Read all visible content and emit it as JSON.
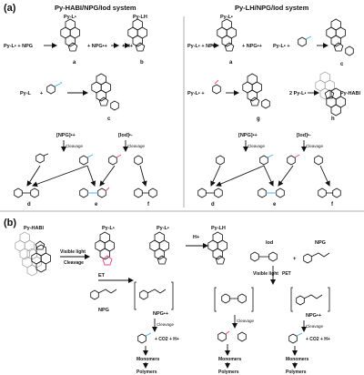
{
  "colors": {
    "blue": "#3fa9e6",
    "pink": "#e8447a",
    "ink": "#111111",
    "gray": "#9a9a9a"
  },
  "panel_a": {
    "panel_label": "(a)",
    "left_title": "Py-HABI/NPG/Iod system",
    "right_title": "Py-LH/NPG/Iod system",
    "L_pyL_top": "Py-L•",
    "L_pyLH_top": "Py-LH",
    "L_eq1_left": "Py-L• + NPG",
    "L_eq1_mid": "+ NPG•+",
    "L_eq1_right": "+ H+",
    "L_label_a": "a",
    "L_label_b": "b",
    "L_pyL_mid": "Py-L",
    "L_label_c": "c",
    "L_npg_cation": "[NPG]•+",
    "L_iod_anion": "[Iod]•-",
    "L_cleavage1": "Cleavage",
    "L_cleavage2": "Cleavage",
    "L_label_d": "d",
    "L_label_e": "e",
    "L_label_f": "f",
    "R_pyL_top": "Py-L•",
    "R_eq1_left": "Py-L• + NPG",
    "R_eq1_mid": "+ NPG•+",
    "R_pyL_right": "Py-L• +",
    "R_label_a": "a",
    "R_label_c": "c",
    "R_pyL_mid": "Py-L• +",
    "R_two_pyL": "2 Py-L•",
    "R_habi": "Py-HABI",
    "R_label_g": "g",
    "R_label_h": "h",
    "R_npg_cation": "[NPG]•+",
    "R_iod_anion": "[Iod]•-",
    "R_cleavage1": "Cleavage",
    "R_cleavage2": "Cleavage",
    "R_label_d": "d",
    "R_label_e": "e",
    "R_label_f": "f"
  },
  "panel_b": {
    "panel_label": "(b)",
    "habi": "Py-HABI",
    "pyL": "Py-L•",
    "pyL2": "Py-L•",
    "pyLH": "Py-LH",
    "visible_light": "Visible light",
    "cleavage_top": "Cleavage",
    "et": "ET",
    "h_plus": "H+",
    "iod": "Iod",
    "npg": "NPG",
    "npg_left": "NPG",
    "npg_cation_left": "NPG•+",
    "npg_cation_right": "NPG•+",
    "visible_light_pet": "Visible light",
    "pet": "PET",
    "cleavage_left": "Cleavage",
    "cleavage_mid": "Cleavage",
    "cleavage_right": "Cleavage",
    "co2_left": "+ CO2 + H+",
    "co2_right": "+ CO2 + H+",
    "monomers_left": "Monomers",
    "monomers_mid": "Monomers",
    "monomers_right": "Monomers",
    "polymers_left": "Polymers",
    "polymers_mid": "Polymers",
    "polymers_right": "Polymers"
  }
}
